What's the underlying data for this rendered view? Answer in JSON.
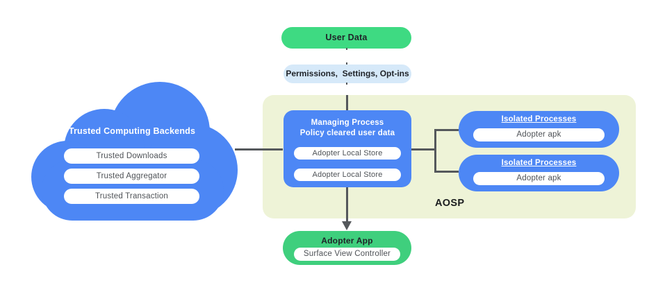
{
  "colors": {
    "blue": "#4D87F5",
    "green_user_data": "#3EDA82",
    "green_adopter_app": "#3FCF7D",
    "light_blue_permissions": "#D6E9F9",
    "aosp_background": "#EEF3D7",
    "connector_line": "#55585C",
    "dark_text": "#1F2328",
    "pill_text": "#4D5156",
    "white_text": "#FFFFFF"
  },
  "diagram": {
    "user_data": {
      "label": "User Data"
    },
    "permissions": {
      "label": "Permissions,  Settings, Opt-ins"
    },
    "cloud": {
      "title": "Trusted Computing Backends",
      "items": [
        {
          "label": "Trusted Downloads"
        },
        {
          "label": "Trusted Aggregator"
        },
        {
          "label": "Trusted Transaction"
        }
      ]
    },
    "aosp": {
      "label": "AOSP"
    },
    "managing_process": {
      "title_line1": "Managing Process",
      "title_line2": "Policy cleared user data",
      "stores": [
        {
          "label": "Adopter Local Store"
        },
        {
          "label": "Adopter Local Store"
        }
      ]
    },
    "isolated_processes": [
      {
        "title": "Isolated Processes",
        "apk": "Adopter apk"
      },
      {
        "title": "Isolated Processes",
        "apk": "Adopter apk"
      }
    ],
    "adopter_app": {
      "title": "Adopter App",
      "controller": "Surface View Controller"
    }
  }
}
